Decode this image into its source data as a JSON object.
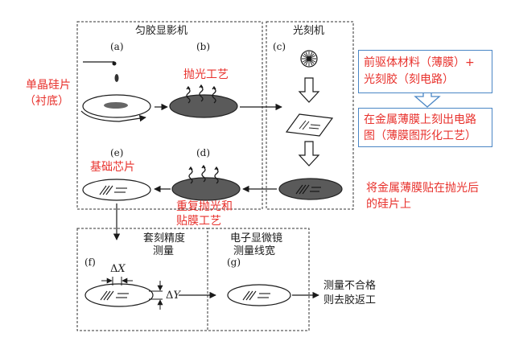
{
  "sections": {
    "coater": "匀胶显影机",
    "litho": "光刻机",
    "overlay_line1": "套刻精度",
    "overlay_line2": "测量",
    "sem_line1": "电子显微镜",
    "sem_line2": "测量线宽"
  },
  "step_labels": [
    "(a)",
    "(b)",
    "(c)",
    "(d)",
    "(e)",
    "(f)",
    "(g)"
  ],
  "annotations": {
    "wafer_line1": "单晶硅片",
    "wafer_line2": "（衬底）",
    "polish": "抛光工艺",
    "base_chip": "基础芯片",
    "repeat_line1": "重复抛光和",
    "repeat_line2": "贴膜工艺",
    "attach_line1": "将金属薄膜贴在抛光后",
    "attach_line2": "的硅片上",
    "precursor_line1": "前驱体材料（薄膜）+",
    "precursor_line2": "光刻胶（刻电路）",
    "etch_line1": "在金属薄膜上刻出电路",
    "etch_line2": "图（薄膜图形化工艺）",
    "fail_line1": "测量不合格",
    "fail_line2": "则去胶返工"
  },
  "measure": {
    "dx_delta": "Δ",
    "dx_var": "X",
    "dy_delta": "Δ",
    "dy_var": "Y"
  },
  "colors": {
    "red_text": "#e8322d",
    "blue_border": "#4a86c5",
    "wafer_dark": "#5a5a5a",
    "line": "#1a1a1a"
  },
  "icons": [
    "light-source-icon",
    "drop-icon",
    "heat-wave-icon",
    "photomask-icon",
    "arrow-down-icon",
    "arrow-right-icon"
  ]
}
